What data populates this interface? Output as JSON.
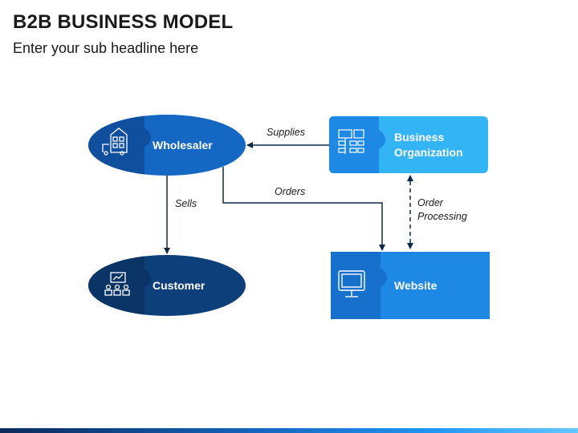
{
  "header": {
    "title": "B2B BUSINESS MODEL",
    "subtitle": "Enter your sub headline here"
  },
  "nodes": {
    "wholesaler": {
      "label": "Wholesaler",
      "icon": "warehouse-truck-icon"
    },
    "customer": {
      "label": "Customer",
      "icon": "customers-group-icon"
    },
    "business_org": {
      "label_line1": "Business",
      "label_line2": "Organization",
      "icon": "org-chart-icon"
    },
    "website": {
      "label": "Website",
      "icon": "monitor-icon"
    }
  },
  "edges": {
    "supplies": "Supplies",
    "sells": "Sells",
    "orders": "Orders",
    "order_processing_line1": "Order",
    "order_processing_line2": "Processing"
  },
  "colors": {
    "dark_blue": "#0d4a8c",
    "mid_blue": "#1e88e5",
    "light_blue": "#29b6f6",
    "arrow": "#0b2a4a"
  }
}
